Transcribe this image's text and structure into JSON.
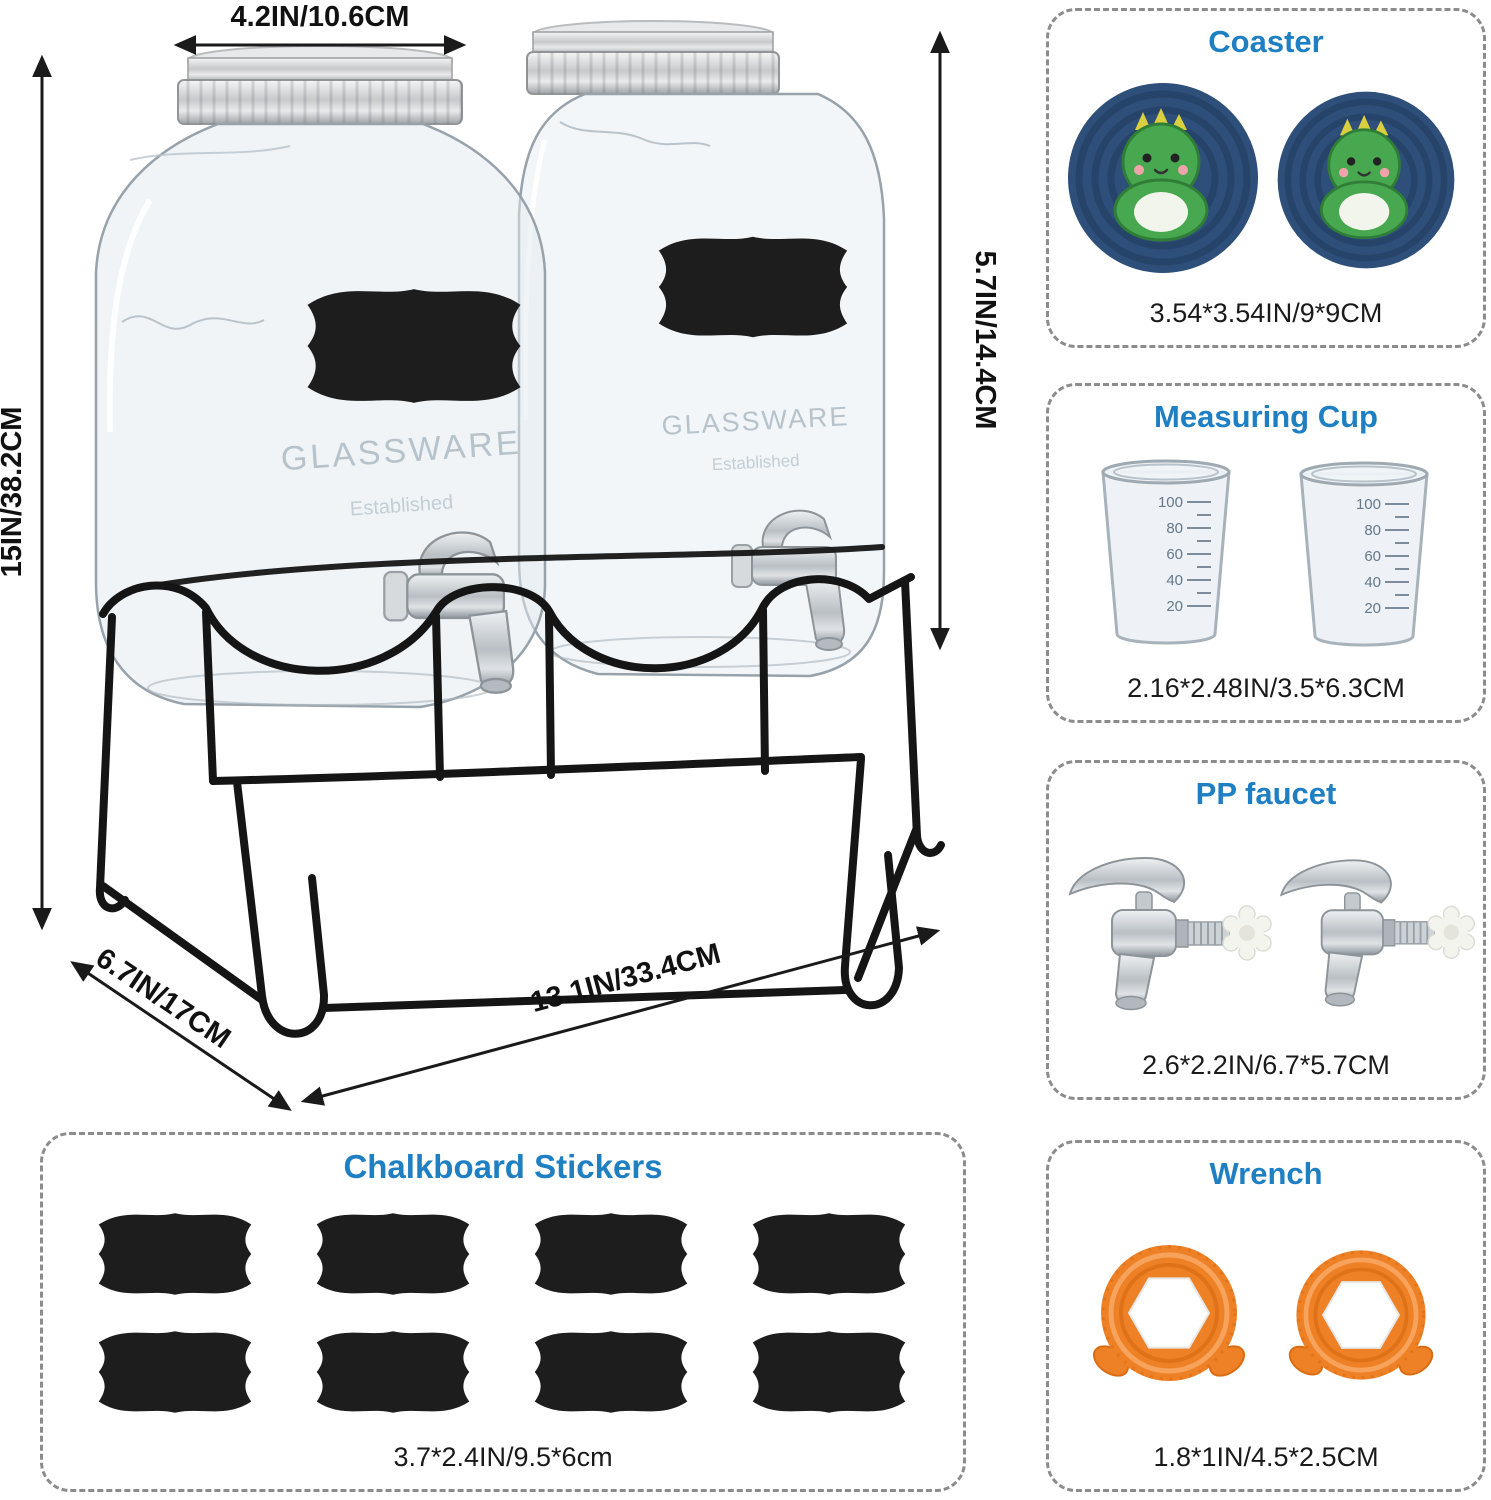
{
  "colors": {
    "accent_blue": "#1E7FC3",
    "dimension_text": "#111111",
    "stand_black": "#151515",
    "coaster_navy": "#2E4F79",
    "dino_green": "#47A84F",
    "wrench_orange": "#EE8026",
    "chalkboard_black": "#1D1D1D",
    "chrome_silver": "#C7CCD0"
  },
  "dimensions": {
    "lid_width": "4.2IN/10.6CM",
    "total_height": "15IN/38.2CM",
    "jar_body_height": "5.7IN/14.4CM",
    "stand_depth": "6.7IN/17CM",
    "stand_width": "13.1IN/33.4CM"
  },
  "jars": {
    "embossed_brand": "GLASSWARE",
    "embossed_sub": "Established"
  },
  "panels": {
    "coaster": {
      "title": "Coaster",
      "size": "3.54*3.54IN/9*9CM"
    },
    "measuring_cup": {
      "title": "Measuring Cup",
      "size": "2.16*2.48IN/3.5*6.3CM",
      "scale_labels": [
        "100",
        "80",
        "60",
        "40",
        "20"
      ]
    },
    "pp_faucet": {
      "title": "PP faucet",
      "size": "2.6*2.2IN/6.7*5.7CM"
    },
    "wrench": {
      "title": "Wrench",
      "size": "1.8*1IN/4.5*2.5CM"
    },
    "chalkboard_stickers": {
      "title": "Chalkboard Stickers",
      "size": "3.7*2.4IN/9.5*6cm"
    }
  }
}
